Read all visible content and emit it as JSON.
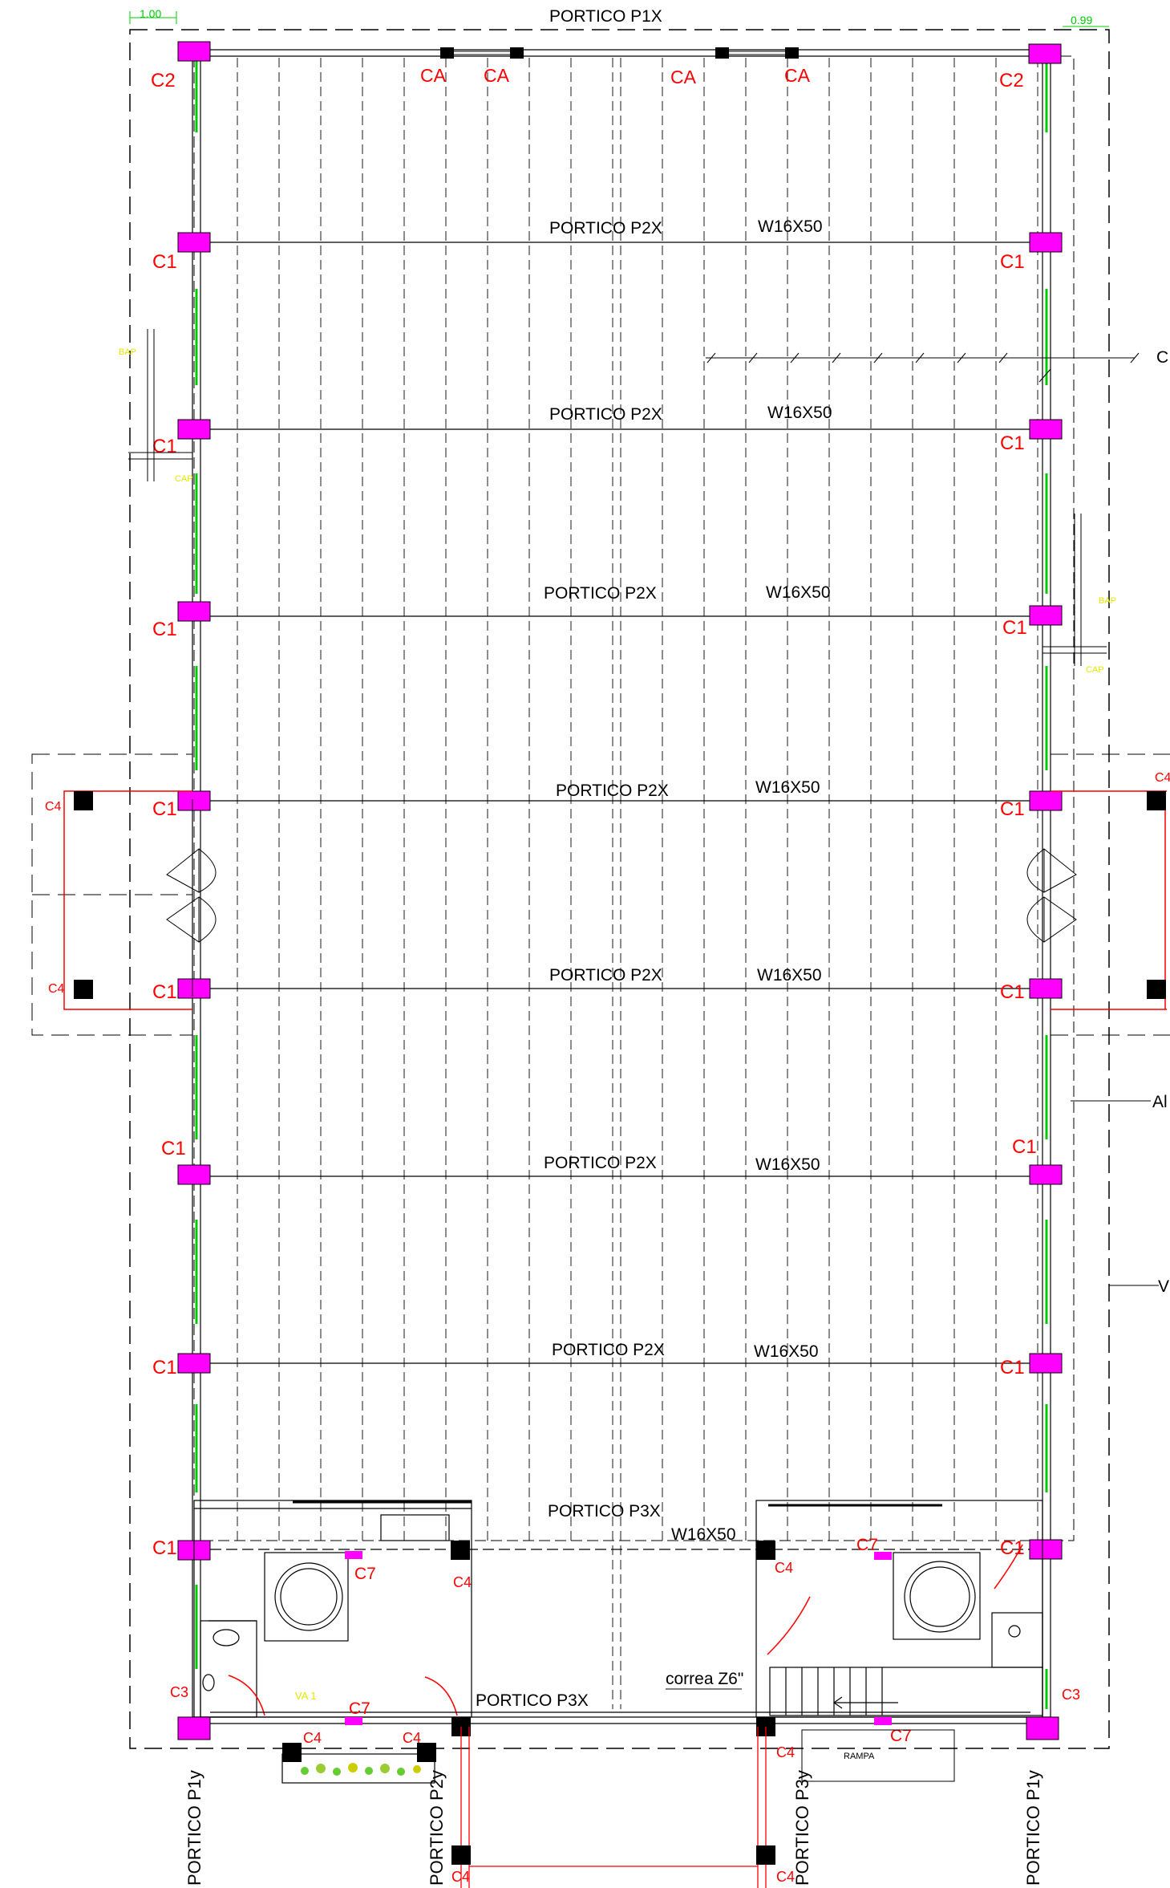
{
  "colors": {
    "column_magenta": "#ff00ff",
    "column_black": "#000000",
    "column_label_red": "#ff0000",
    "dimension_green": "#00cc00",
    "note_yellow": "#e6e600",
    "line_black": "#000000"
  },
  "dimensions": {
    "left": "1.00",
    "right": "0.99"
  },
  "top_frame": {
    "label": "PORTICO P1X"
  },
  "frames_p2x": [
    {
      "label": "PORTICO P2X",
      "section": "W16X50"
    },
    {
      "label": "PORTICO P2X",
      "section": "W16X50"
    },
    {
      "label": "PORTICO P2X",
      "section": "W16X50"
    },
    {
      "label": "PORTICO P2X",
      "section": "W16X50"
    },
    {
      "label": "PORTICO P2X",
      "section": "W16X50"
    },
    {
      "label": "PORTICO P2X",
      "section": "W16X50"
    },
    {
      "label": "PORTICO P2X",
      "section": "W16X50"
    }
  ],
  "frame_p3x_upper": {
    "label": "PORTICO P3X",
    "section": "W16X50"
  },
  "frame_p3x_lower": {
    "label": "PORTICO P3X"
  },
  "purlin_note": "correa Z6\"",
  "vertical_frames": [
    "PORTICO P1y",
    "PORTICO P2y",
    "PORTICO P3y",
    "PORTICO P1y"
  ],
  "columns": {
    "c1": "C1",
    "c2": "C2",
    "c3": "C3",
    "c4": "C4",
    "c7": "C7",
    "ca": "CA"
  },
  "edge_labels": {
    "right_1": "C",
    "right_2": "Al",
    "right_3": "V"
  },
  "misc": {
    "rampa": "RAMPA",
    "va": "VA 1"
  },
  "small_notes": {
    "note_a": "BAP",
    "note_b": "BAP",
    "note_c": "CAP",
    "note_d": "CAP"
  }
}
